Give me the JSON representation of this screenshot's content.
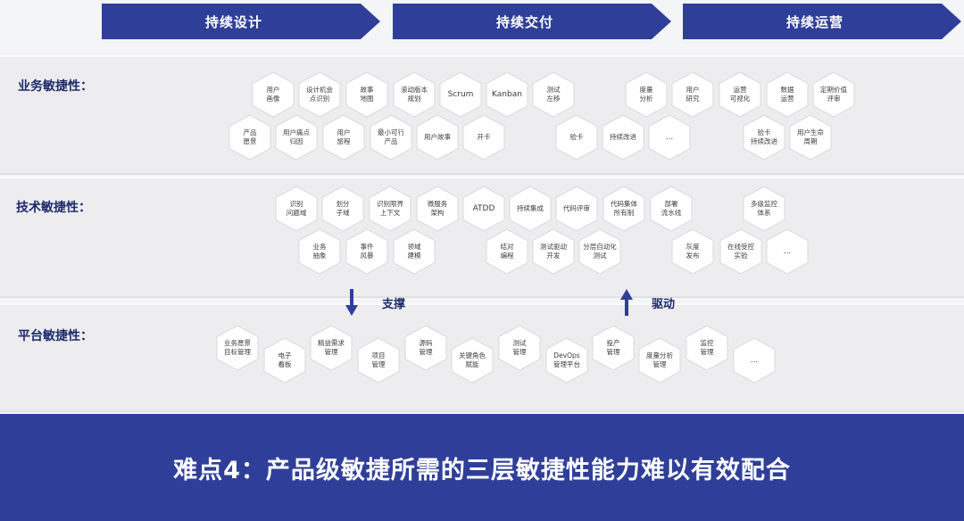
{
  "stages": [
    "持续设计",
    "持续交付",
    "持续运营"
  ],
  "rows": {
    "business": {
      "title": "业务敏捷性：",
      "items": [
        "用户\n画像",
        "设计机会\n点识别",
        "故事\n地图",
        "滚动版本\n规划",
        "Scrum",
        "Kanban",
        "测试\n左移",
        "度量\n分析",
        "用户\n研究",
        "运营\n可视化",
        "数据\n运营",
        "定期价值\n评审",
        "产品\n愿景",
        "用户痛点\n归因",
        "用户\n旅程",
        "最小可行\n产品",
        "用户故事",
        "开卡",
        "验卡",
        "持续改进",
        "...",
        "验卡\n持续改进",
        "用户生命\n周期"
      ]
    },
    "tech": {
      "title": "技术敏捷性：",
      "items": [
        "识别\n问题域",
        "划分\n子域",
        "识别限界\n上下文",
        "微服务\n架构",
        "ATDD",
        "持续集成",
        "代码评审",
        "代码集体\n所有制",
        "部署\n流水线",
        "多级监控\n体系",
        "业务\n抽象",
        "事件\n风暴",
        "领域\n建模",
        "结对\n编程",
        "测试驱动\n开发",
        "分层自动化\n测试",
        "灰度\n发布",
        "在线受控\n实验",
        "..."
      ]
    },
    "platform": {
      "title": "平台敏捷性：",
      "items": [
        "业务愿景\n目标管理",
        "电子\n看板",
        "精益需求\n管理",
        "项目\n管理",
        "源码\n管理",
        "关键角色\n赋能",
        "测试\n管理",
        "DevOps\n管理平台",
        "投产\n管理",
        "度量分析\n管理",
        "监控\n管理",
        "..."
      ]
    }
  },
  "arrows": {
    "support": "支撑",
    "drive": "驱动"
  },
  "footer": "难点4：产品级敏捷所需的三层敏捷性能力难以有效配合",
  "colors": {
    "accent": "#2f3f99",
    "hex_fill": "#ffffff",
    "hex_stroke": "#d9d9de"
  }
}
